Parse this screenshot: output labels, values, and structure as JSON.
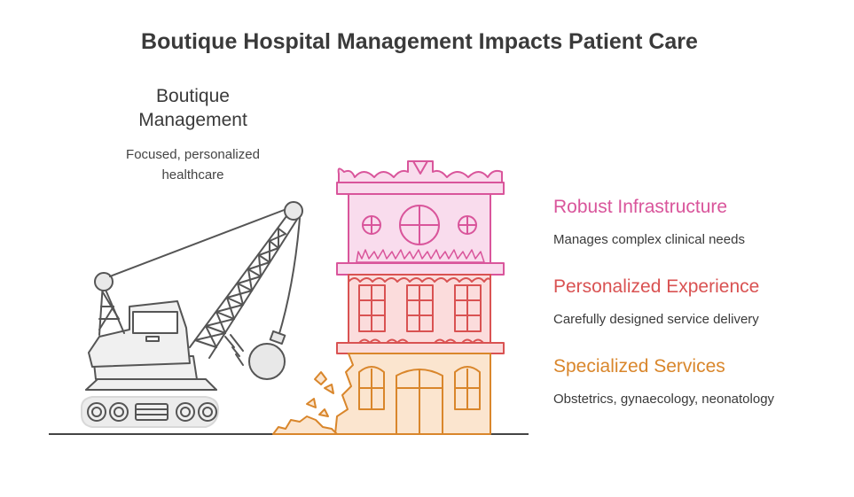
{
  "title": "Boutique Hospital Management Impacts Patient Care",
  "left": {
    "heading_line1": "Boutique",
    "heading_line2": "Management",
    "desc_line1": "Focused, personalized",
    "desc_line2": "healthcare"
  },
  "items": [
    {
      "heading": "Robust Infrastructure",
      "desc": "Manages complex clinical needs",
      "color": "#d9559b",
      "floor_fill": "#f9dced",
      "floor_stroke": "#d9559b"
    },
    {
      "heading": "Personalized Experience",
      "desc": "Carefully designed service delivery",
      "color": "#d95252",
      "floor_fill": "#fbdcdc",
      "floor_stroke": "#d95252"
    },
    {
      "heading": "Specialized Services",
      "desc": "Obstetrics, gynaecology, neonatology",
      "color": "#d9862b",
      "floor_fill": "#fbe5cf",
      "floor_stroke": "#d9862b"
    }
  ],
  "icons": {
    "crane": "wrecking-crane-icon",
    "building": "hospital-building-icon",
    "debris": "debris-icon"
  }
}
